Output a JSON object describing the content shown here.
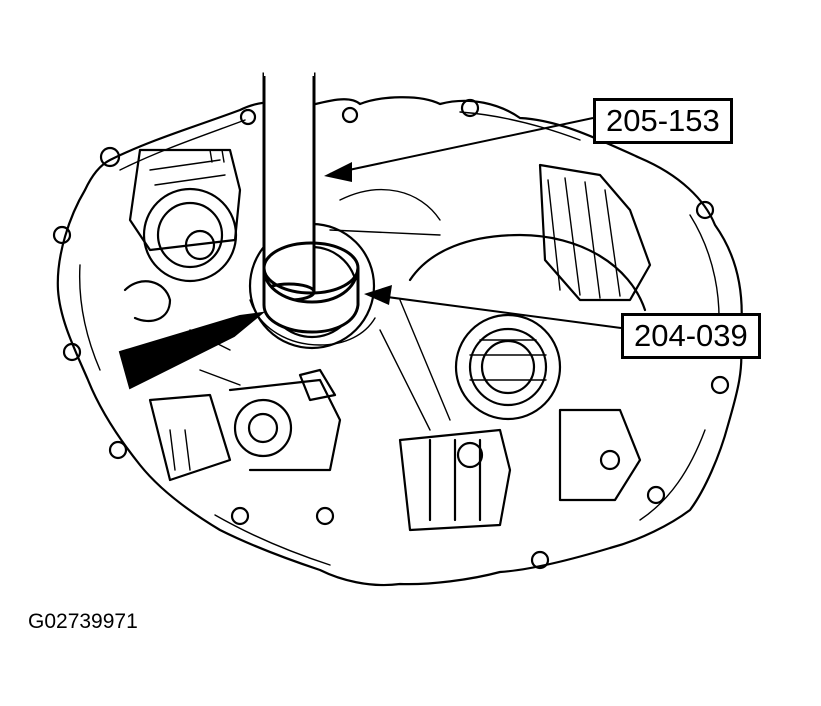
{
  "callouts": [
    {
      "label": "205-153"
    },
    {
      "label": "204-039"
    }
  ],
  "figure_id": "G02739971",
  "colors": {
    "ink": "#000000",
    "paper": "#ffffff"
  }
}
